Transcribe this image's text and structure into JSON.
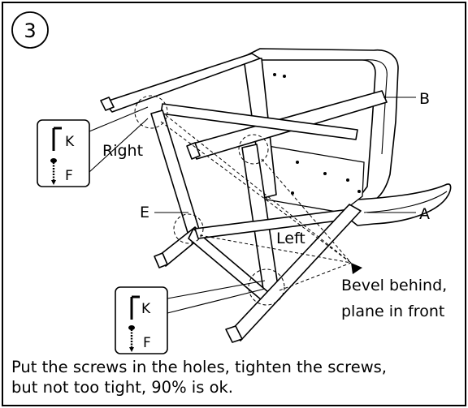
{
  "step": {
    "number": "3"
  },
  "labels": {
    "part_b": "B",
    "part_a": "A",
    "part_e": "E",
    "right": "Right",
    "left": "Left",
    "bevel_line1": "Bevel behind,",
    "bevel_line2": "plane in front"
  },
  "callouts": {
    "top": {
      "screw_letter": "K",
      "bolt_letter": "F"
    },
    "bottom": {
      "screw_letter": "K",
      "bolt_letter": "F"
    }
  },
  "instruction": {
    "line1": "Put the screws in the holes, tighten the screws,",
    "line2": "but not too tight, 90% is ok."
  },
  "icons": [
    "screw-icon",
    "bolt-icon",
    "hole-detail-circle",
    "arrow-icon"
  ]
}
